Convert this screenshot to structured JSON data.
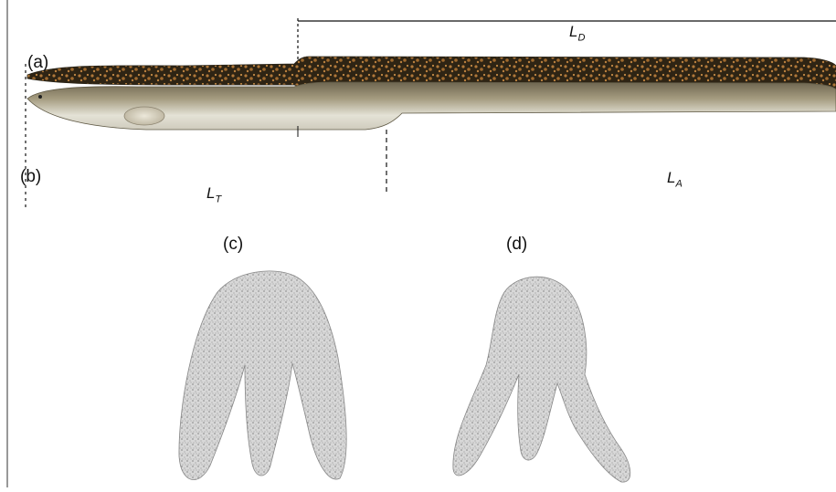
{
  "panels": {
    "a": "(a)",
    "b": "(b)",
    "c": "(c)",
    "d": "(d)"
  },
  "measurements": {
    "dorsal": {
      "main": "L",
      "sub": "D"
    },
    "total": {
      "main": "L",
      "sub": "T"
    },
    "anal": {
      "main": "L",
      "sub": "A"
    }
  },
  "colors": {
    "dorsal_mottle_dark": "#2e2414",
    "dorsal_mottle_light": "#b0783a",
    "eel_belly": "#e4e2d6",
    "eel_side": "#8c8368",
    "otolith_fill": "#dcdcdc",
    "otolith_speckle": "#555555"
  }
}
